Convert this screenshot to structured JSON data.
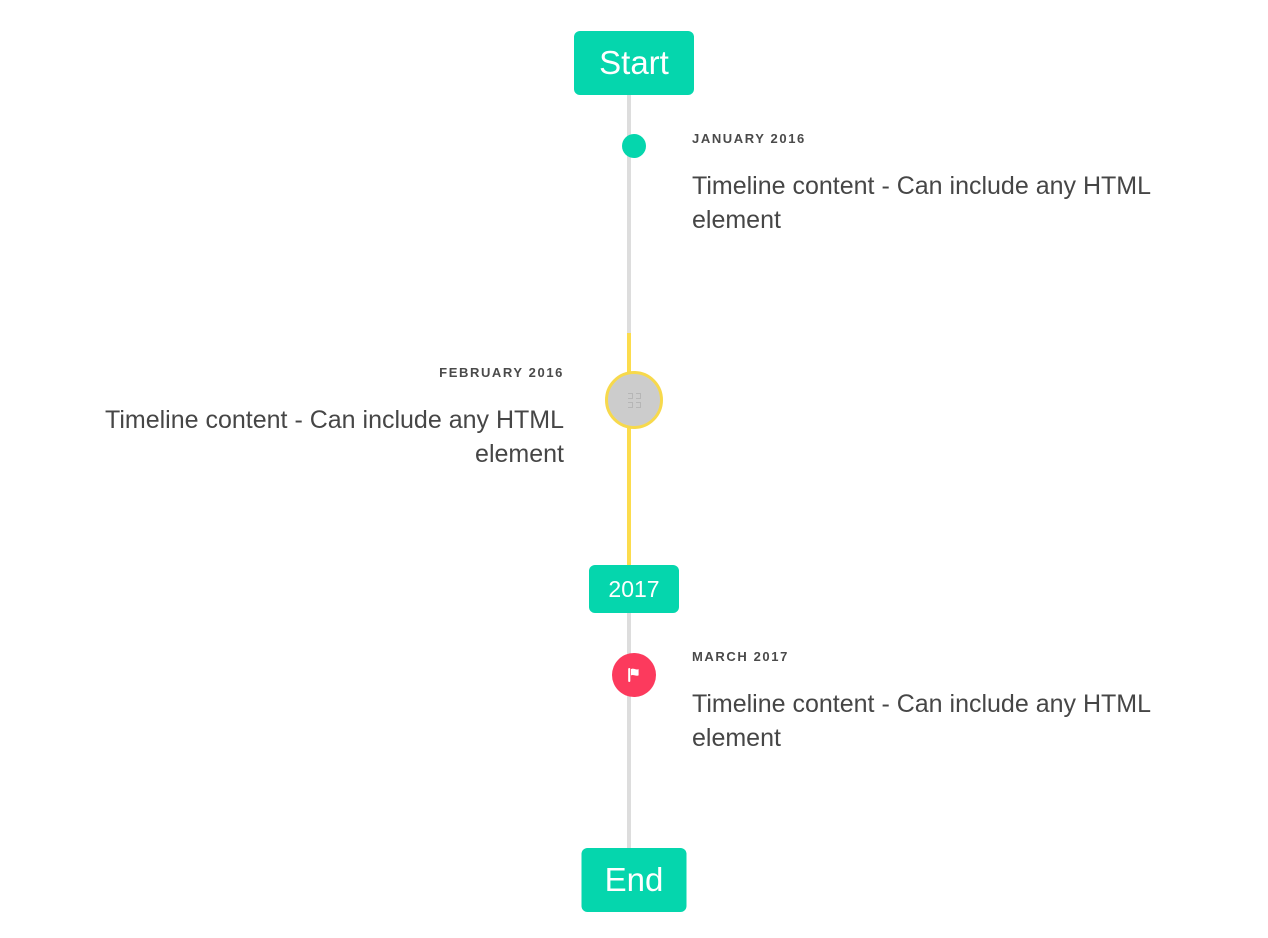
{
  "timeline": {
    "start_label": "Start",
    "end_label": "End",
    "year_divider": "2017",
    "colors": {
      "accent": "#05d6ad",
      "rail": "#dddddd",
      "highlight": "#fcdc4d",
      "ring": "#f7d94c",
      "ring_fill": "#cccccc",
      "flag": "#fc3a5d",
      "date_text": "#4a4a4a",
      "body_text": "#464646"
    },
    "entries": [
      {
        "date": "JANUARY 2016",
        "body": "Timeline content - Can include any HTML element",
        "side": "right",
        "marker": "dot"
      },
      {
        "date": "FEBRUARY 2016",
        "body": "Timeline content - Can include any HTML element",
        "side": "left",
        "marker": "missing-glyph"
      },
      {
        "date": "MARCH 2017",
        "body": "Timeline content - Can include any HTML element",
        "side": "right",
        "marker": "flag"
      }
    ]
  }
}
